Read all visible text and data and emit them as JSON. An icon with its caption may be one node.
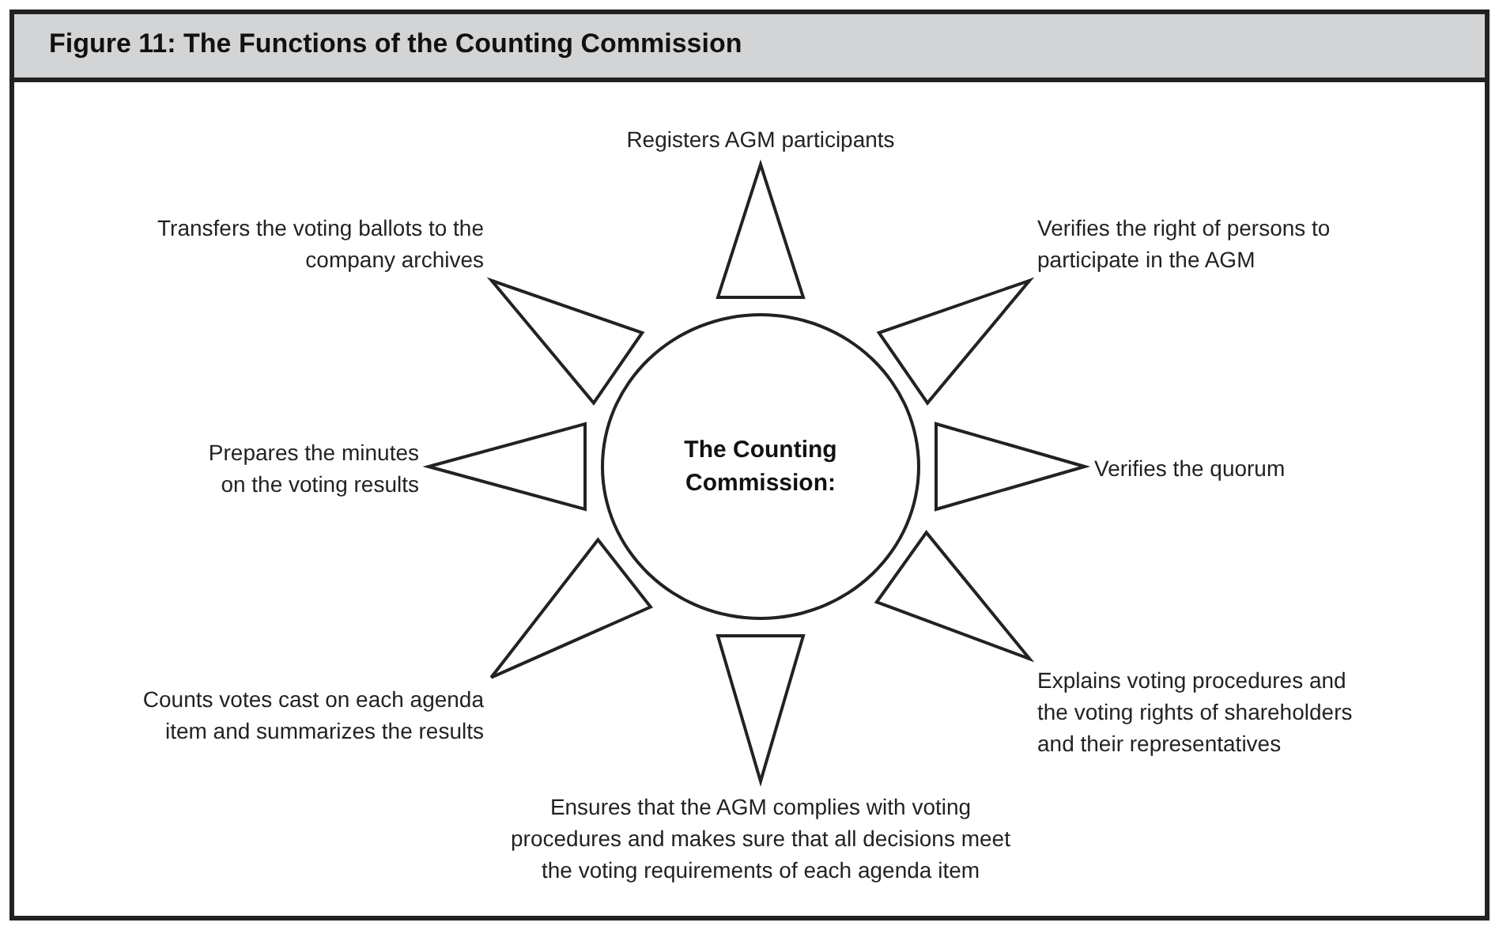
{
  "diagram": {
    "title": "Figure 11: The Functions of the Counting Commission",
    "nodes": [
      {
        "text": [
          "The Counting Commission:"
        ]
      },
      {
        "text": [
          "Registers AGM participants"
        ]
      },
      {
        "text": [
          "Verifies the right of persons to participate in the AGM"
        ]
      },
      {
        "text": [
          "Verifies the quorum"
        ]
      },
      {
        "text": [
          "Explains voting procedures and the voting rights of shareholders and their representatives"
        ]
      },
      {
        "text": [
          "Ensures that the AGM complies with voting procedures and makes sure that all decisions meet the voting requirements of each agenda item"
        ]
      },
      {
        "text": [
          "Counts votes cast on each agenda item and summarizes the results"
        ]
      },
      {
        "text": [
          "Prepares the minutes on the voting results"
        ]
      },
      {
        "text": [
          "Transfers the voting ballots to the company archives"
        ]
      }
    ],
    "edges": [
      {
        "from": 0,
        "to": 1,
        "arrow": "to"
      },
      {
        "from": 0,
        "to": 2,
        "arrow": "to"
      },
      {
        "from": 0,
        "to": 3,
        "arrow": "to"
      },
      {
        "from": 0,
        "to": 4,
        "arrow": "to"
      },
      {
        "from": 0,
        "to": 5,
        "arrow": "to"
      },
      {
        "from": 0,
        "to": 6,
        "arrow": "to"
      },
      {
        "from": 0,
        "to": 7,
        "arrow": "to"
      },
      {
        "from": 0,
        "to": 8,
        "arrow": "to"
      }
    ]
  }
}
